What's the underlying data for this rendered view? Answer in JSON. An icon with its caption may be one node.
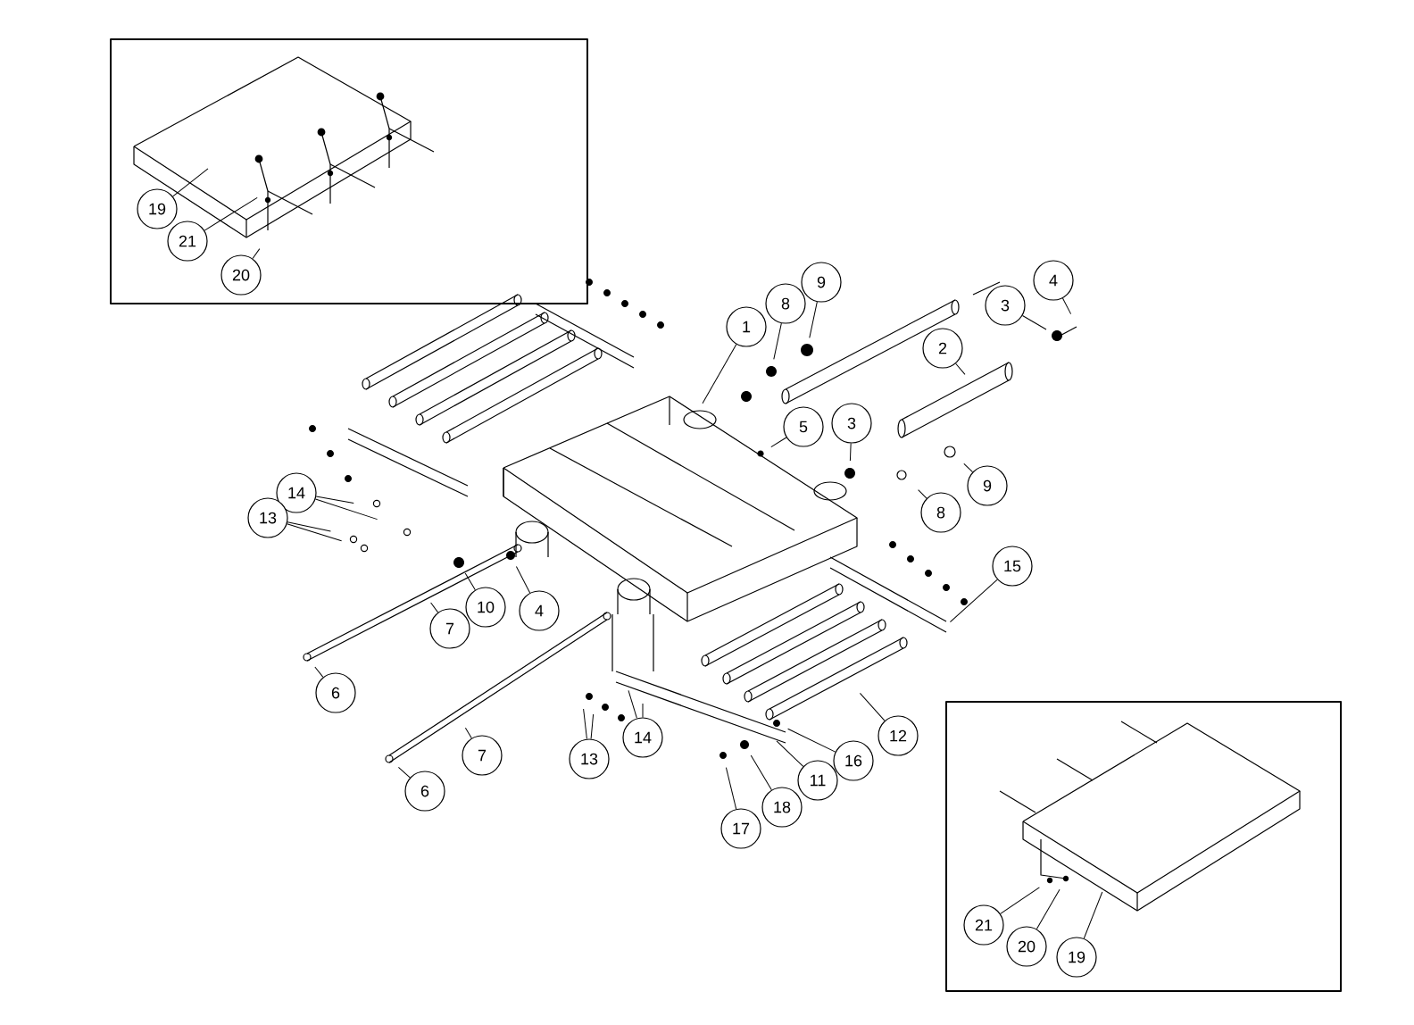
{
  "diagram": {
    "nodes": [
      {
        "text": [],
        "shape": "box"
      },
      {
        "text": [
          "19"
        ],
        "in": 0
      },
      {
        "text": [
          "21"
        ],
        "in": 0
      },
      {
        "text": [
          "20"
        ],
        "in": 0
      },
      {
        "text": [
          "4"
        ]
      },
      {
        "text": [
          "9"
        ]
      },
      {
        "text": [
          "8"
        ]
      },
      {
        "text": [
          "3"
        ]
      },
      {
        "text": [
          "1"
        ]
      },
      {
        "text": [
          "2"
        ]
      },
      {
        "text": [
          "3"
        ]
      },
      {
        "text": [
          "5"
        ]
      },
      {
        "text": [
          "9"
        ]
      },
      {
        "text": [
          "14"
        ]
      },
      {
        "text": [
          "8"
        ]
      },
      {
        "text": [
          "13"
        ]
      },
      {
        "text": [
          "15"
        ]
      },
      {
        "text": [
          "4"
        ]
      },
      {
        "text": [
          "10"
        ]
      },
      {
        "text": [
          "7"
        ]
      },
      {
        "text": [
          "6"
        ]
      },
      {
        "text": [
          "12"
        ]
      },
      {
        "text": [
          "14"
        ]
      },
      {
        "text": [
          "7"
        ]
      },
      {
        "text": [
          "13"
        ]
      },
      {
        "text": [
          "16"
        ]
      },
      {
        "text": [
          "11"
        ]
      },
      {
        "text": [
          "6"
        ]
      },
      {
        "text": [
          "18"
        ]
      },
      {
        "text": [
          "17"
        ]
      },
      {
        "text": [],
        "shape": "box"
      },
      {
        "text": [
          "21"
        ],
        "in": 30
      },
      {
        "text": [
          "20"
        ],
        "in": 30
      },
      {
        "text": [
          "19"
        ],
        "in": 30
      }
    ],
    "edges": [
      {
        "from": 1,
        "to": null,
        "arrow": "none"
      },
      {
        "from": 2,
        "to": null,
        "arrow": "none"
      },
      {
        "from": 3,
        "to": null,
        "arrow": "none"
      },
      {
        "from": 4,
        "to": null,
        "arrow": "none"
      },
      {
        "from": 5,
        "to": null,
        "arrow": "none"
      },
      {
        "from": 6,
        "to": null,
        "arrow": "none"
      },
      {
        "from": 7,
        "to": null,
        "arrow": "none"
      },
      {
        "from": 8,
        "to": null,
        "arrow": "none"
      },
      {
        "from": 9,
        "to": null,
        "arrow": "none"
      },
      {
        "from": 10,
        "to": null,
        "arrow": "none"
      },
      {
        "from": 11,
        "to": null,
        "arrow": "none"
      },
      {
        "from": 12,
        "to": null,
        "arrow": "none"
      },
      {
        "from": 13,
        "to": null,
        "arrow": "none"
      },
      {
        "from": 13,
        "to": null,
        "arrow": "none"
      },
      {
        "from": 14,
        "to": null,
        "arrow": "none"
      },
      {
        "from": 15,
        "to": null,
        "arrow": "none"
      },
      {
        "from": 15,
        "to": null,
        "arrow": "none"
      },
      {
        "from": 16,
        "to": null,
        "arrow": "none"
      },
      {
        "from": 17,
        "to": null,
        "arrow": "none"
      },
      {
        "from": 18,
        "to": null,
        "arrow": "none"
      },
      {
        "from": 19,
        "to": null,
        "arrow": "none"
      },
      {
        "from": 20,
        "to": null,
        "arrow": "none"
      },
      {
        "from": 21,
        "to": null,
        "arrow": "none"
      },
      {
        "from": 22,
        "to": null,
        "arrow": "none"
      },
      {
        "from": 22,
        "to": null,
        "arrow": "none"
      },
      {
        "from": 23,
        "to": null,
        "arrow": "none"
      },
      {
        "from": 24,
        "to": null,
        "arrow": "none"
      },
      {
        "from": 24,
        "to": null,
        "arrow": "none"
      },
      {
        "from": 25,
        "to": null,
        "arrow": "none"
      },
      {
        "from": 26,
        "to": null,
        "arrow": "none"
      },
      {
        "from": 27,
        "to": null,
        "arrow": "none"
      },
      {
        "from": 28,
        "to": null,
        "arrow": "none"
      },
      {
        "from": 29,
        "to": null,
        "arrow": "none"
      },
      {
        "from": 31,
        "to": null,
        "arrow": "none"
      },
      {
        "from": 32,
        "to": null,
        "arrow": "none"
      },
      {
        "from": 33,
        "to": null,
        "arrow": "none"
      }
    ]
  }
}
